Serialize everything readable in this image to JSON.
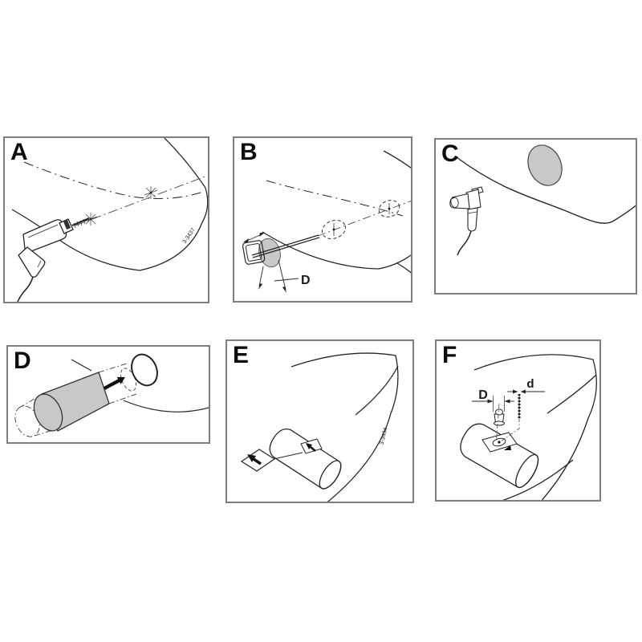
{
  "figure": {
    "description_note": "",
    "panels": [
      {
        "letter": "A",
        "part_code": "3-3437"
      },
      {
        "letter": "B",
        "dimension_label": "D"
      },
      {
        "letter": "C"
      },
      {
        "letter": "D"
      },
      {
        "letter": "E",
        "part_code": "3-3434"
      },
      {
        "letter": "F",
        "dimension_label_large": "D",
        "dimension_label_small": "d"
      }
    ]
  },
  "colors": {
    "background": "#ffffff",
    "panel_border": "#7e7e7e",
    "line": "#262626",
    "shade_gray": "#c8c8c8"
  }
}
